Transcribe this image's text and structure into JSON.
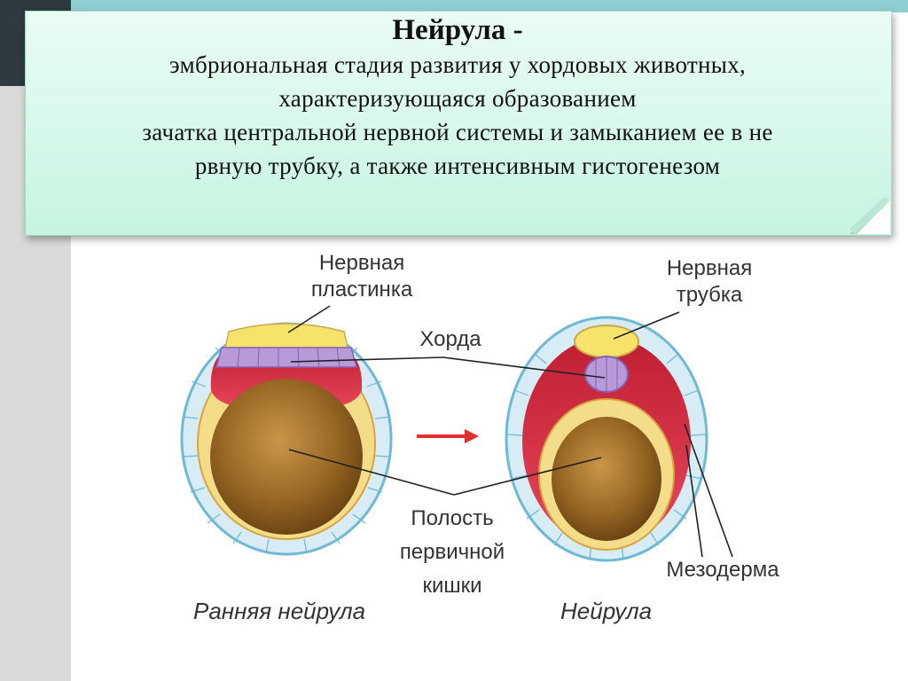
{
  "callout": {
    "title": "Нейрула",
    "title_dash": "-",
    "lines": [
      "эмбриональная стадия развития у хордовых животных,",
      "характеризующаяся образованием",
      "зачатка центральной нервной системы и замыканием ее в не",
      "рвную трубку, а также интенсивным гистогенезом"
    ]
  },
  "labels": {
    "neural_plate": [
      "Нервная",
      "пластинка"
    ],
    "neural_tube": [
      "Нервная",
      "трубка"
    ],
    "chord": "Хорда",
    "gut_cavity": [
      "Полость",
      "первичной",
      "кишки"
    ],
    "mesoderm": "Мезодерма"
  },
  "captions": {
    "early": "Ранняя нейрула",
    "late": "Нейрула"
  },
  "colors": {
    "ectoderm": "#d7ecf5",
    "endoderm": "#f3dc8a",
    "mesoderm": "#d6335b",
    "chord": "#b79ad8",
    "neural": "#f7e36c",
    "cavity": "#9a6a25",
    "arrow": "#e03030"
  }
}
